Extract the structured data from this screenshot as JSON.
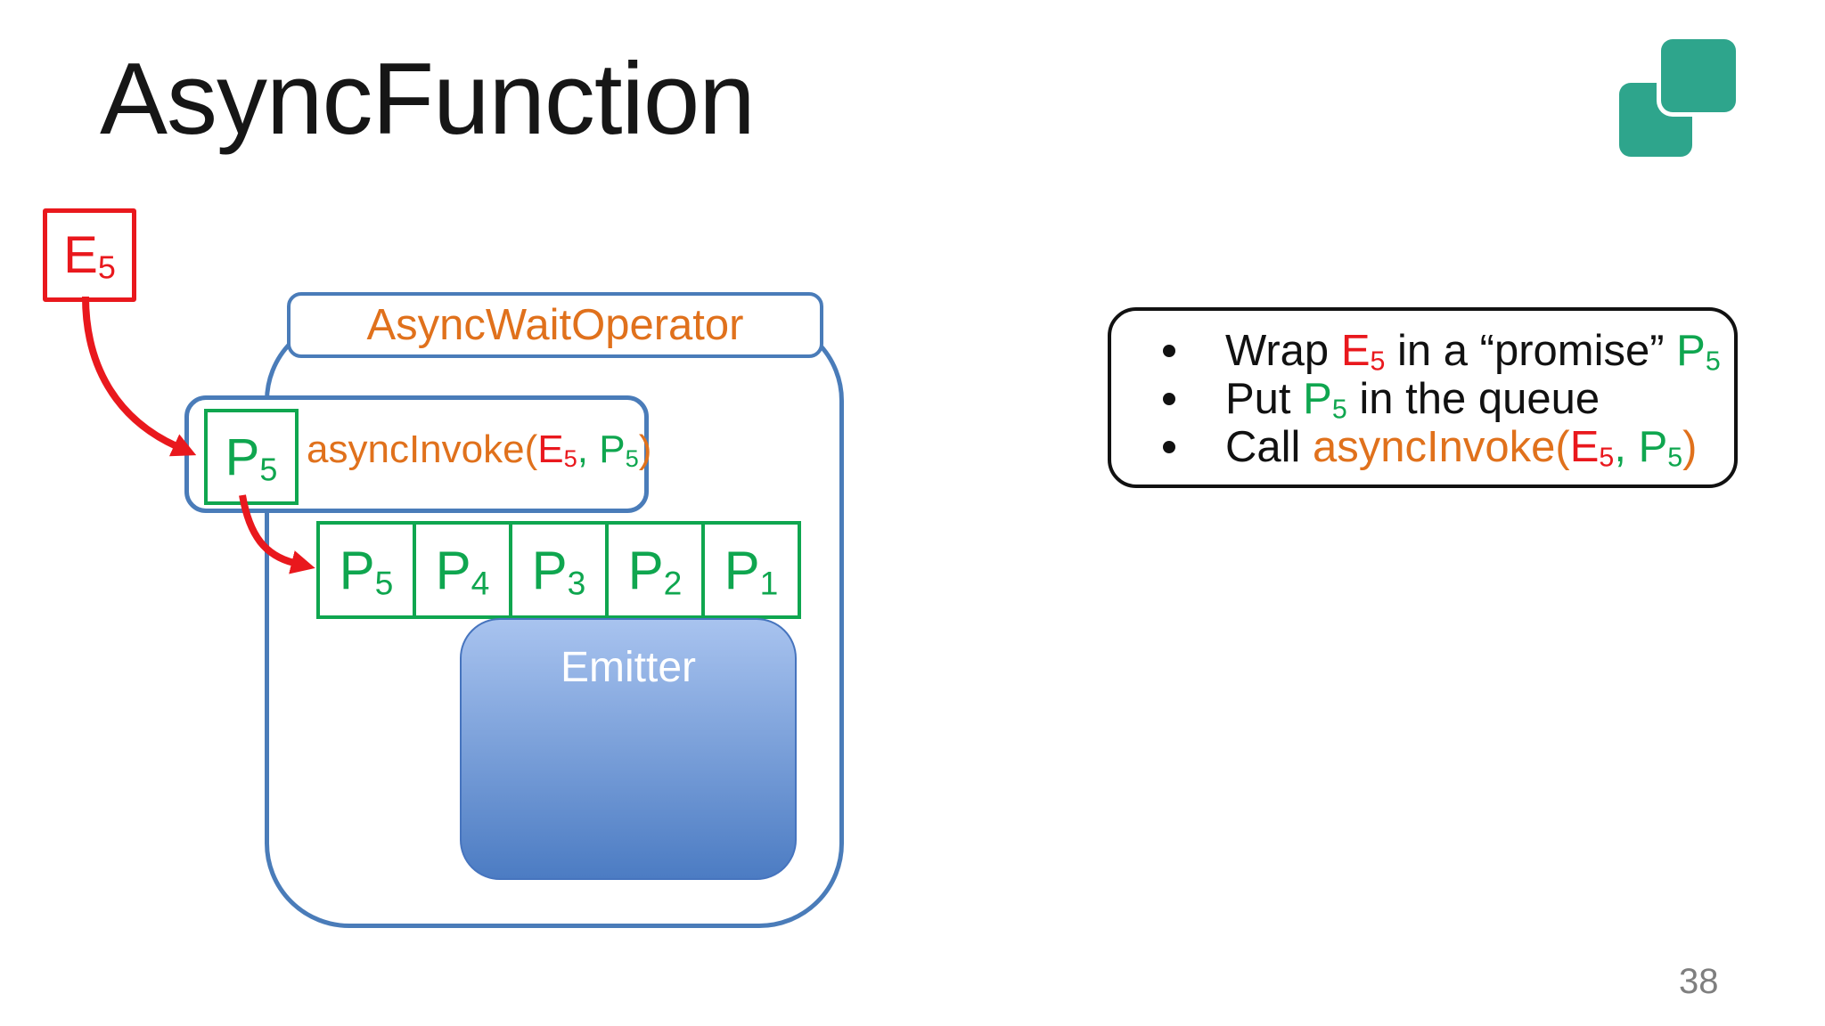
{
  "slide": {
    "title": "AsyncFunction",
    "page_number": "38"
  },
  "colors": {
    "red": "#E9181D",
    "green": "#0FA64F",
    "orange": "#E0711C",
    "blue": "#4A7CB9",
    "teal": "#2EA58C",
    "gray": "#7F7F7F",
    "black": "#111111",
    "emitter_top": "#A8C3EF",
    "emitter_bottom": "#4C7CC3"
  },
  "logo": {
    "icon": "two-overlapping-rounded-squares"
  },
  "diagram": {
    "event_box": {
      "label": "E",
      "sub": "5"
    },
    "operator_title": "AsyncWaitOperator",
    "invoke_box": {
      "promise": {
        "label": "P",
        "sub": "5"
      },
      "call": [
        {
          "text": "asyncInvoke(",
          "color": "orange"
        },
        {
          "text": "E",
          "sub": "5",
          "color": "red"
        },
        {
          "text": ", ",
          "color": "green"
        },
        {
          "text": "P",
          "sub": "5",
          "color": "green"
        },
        {
          "text": ")",
          "color": "orange"
        }
      ]
    },
    "queue_cells": [
      {
        "label": "P",
        "sub": "5"
      },
      {
        "label": "P",
        "sub": "4"
      },
      {
        "label": "P",
        "sub": "3"
      },
      {
        "label": "P",
        "sub": "2"
      },
      {
        "label": "P",
        "sub": "1"
      }
    ],
    "emitter_label": "Emitter"
  },
  "notes": {
    "bullets": [
      [
        {
          "text": "Wrap ",
          "color": "black"
        },
        {
          "text": "E",
          "sub": "5",
          "color": "red"
        },
        {
          "text": " in a “promise” ",
          "color": "black"
        },
        {
          "text": "P",
          "sub": "5",
          "color": "green"
        }
      ],
      [
        {
          "text": "Put ",
          "color": "black"
        },
        {
          "text": "P",
          "sub": "5",
          "color": "green"
        },
        {
          "text": " in the queue",
          "color": "black"
        }
      ],
      [
        {
          "text": "Call ",
          "color": "black"
        },
        {
          "text": "asyncInvoke(",
          "color": "orange"
        },
        {
          "text": "E",
          "sub": "5",
          "color": "red"
        },
        {
          "text": ", ",
          "color": "green"
        },
        {
          "text": "P",
          "sub": "5",
          "color": "green"
        },
        {
          "text": ")",
          "color": "orange"
        }
      ]
    ]
  }
}
